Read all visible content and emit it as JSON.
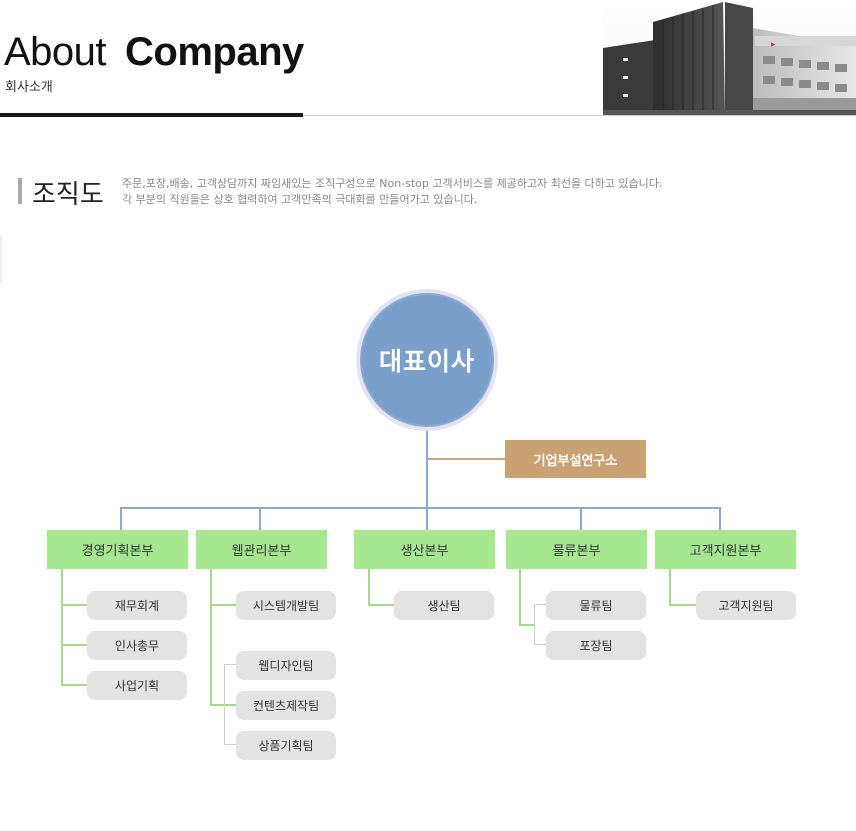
{
  "header": {
    "title_light": "About",
    "title_bold": "Company",
    "subtitle": "회사소개"
  },
  "section": {
    "title": "조직도",
    "desc_line1": "주문,포장,배송, 고객상담까지 짜임새있는 조직구성으로 Non-stop 고객서비스를 제공하고자 최선을 다하고 있습니다.",
    "desc_line2": "각 부분의 직원들은 상호 협력하여 고객만족의 극대화를 만들어가고 있습니다."
  },
  "org": {
    "ceo": "대표이사",
    "lab": "기업부설연구소",
    "departments": [
      {
        "name": "경영기획본부",
        "teams": [
          "재무회계",
          "인사총무",
          "사업기획"
        ]
      },
      {
        "name": "웹관리본부",
        "teams": [
          "시스템개발팀",
          "웹디자인팀",
          "컨텐츠제작팀",
          "상품기획팀"
        ]
      },
      {
        "name": "생산본부",
        "teams": [
          "생산팀"
        ]
      },
      {
        "name": "물류본부",
        "teams": [
          "물류팀",
          "포장팀"
        ]
      },
      {
        "name": "고객지원본부",
        "teams": [
          "고객지원팀"
        ]
      }
    ]
  },
  "colors": {
    "ceo_circle": "#7b9fcb",
    "lab": "#c9a173",
    "department": "#a6e88f",
    "team": "#e3e3e3",
    "connector": "#8fa7cb"
  }
}
